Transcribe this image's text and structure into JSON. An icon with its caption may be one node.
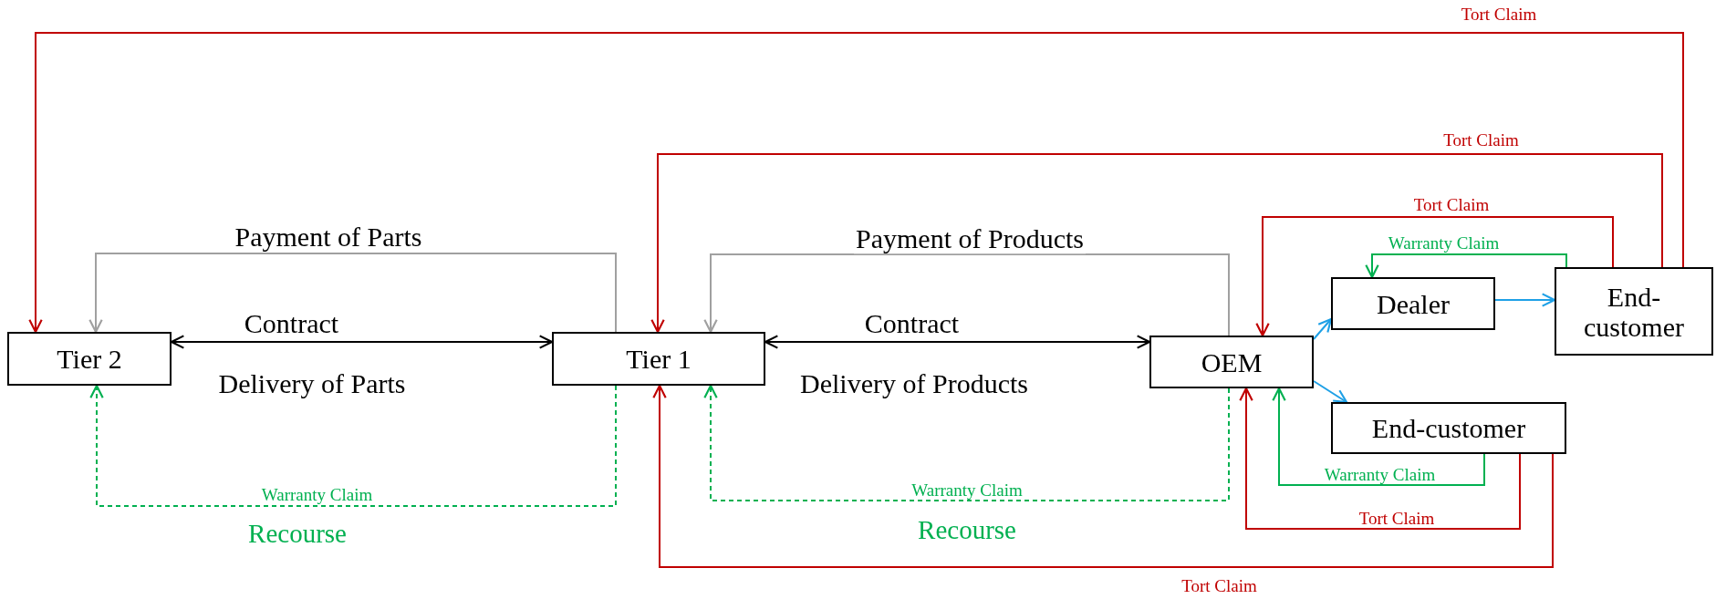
{
  "diagram": {
    "nodes": [
      {
        "text": [
          "Tier 2"
        ]
      },
      {
        "text": [
          "Tier 1"
        ]
      },
      {
        "text": [
          "OEM"
        ]
      },
      {
        "text": [
          "Dealer"
        ]
      },
      {
        "text": [
          "End-customer"
        ]
      },
      {
        "text": [
          "End-customer"
        ]
      }
    ],
    "edges": [
      {
        "from": 4,
        "to": 0,
        "arrow": "to",
        "label": "Tort Claim"
      },
      {
        "from": 4,
        "to": 1,
        "arrow": "to",
        "label": "Tort Claim"
      },
      {
        "from": 4,
        "to": 2,
        "arrow": "to",
        "label": "Tort Claim"
      },
      {
        "from": 4,
        "to": 3,
        "arrow": "to",
        "label": "Warranty Claim",
        "color": "#00b050"
      },
      {
        "from": 3,
        "to": 4,
        "arrow": "to",
        "color": "#1ea0e6"
      },
      {
        "from": 2,
        "to": 3,
        "arrow": "to",
        "color": "#1ea0e6"
      },
      {
        "from": 2,
        "to": 5,
        "arrow": "to",
        "color": "#1ea0e6"
      },
      {
        "from": 5,
        "to": 2,
        "arrow": "to",
        "label": "Warranty Claim",
        "color": "#00b050"
      },
      {
        "from": 5,
        "to": 2,
        "arrow": "to",
        "label": "Tort Claim"
      },
      {
        "from": 5,
        "to": 1,
        "arrow": "to",
        "label": "Tort Claim"
      },
      {
        "from": 1,
        "to": 0,
        "arrow": "to",
        "label": "Payment of Parts",
        "color": "#a0a0a0"
      },
      {
        "from": 2,
        "to": 1,
        "arrow": "to",
        "label": "Payment of Products",
        "color": "#a0a0a0"
      },
      {
        "from": 0,
        "to": 1,
        "arrow": "both",
        "label": "Contract",
        "color": "#000000"
      },
      {
        "from": 1,
        "to": 2,
        "arrow": "both",
        "label": "Contract",
        "color": "#000000"
      },
      {
        "from": 1,
        "to": 0,
        "arrow": "to",
        "label": "Warranty Claim",
        "style": "dashed",
        "color": "#00b050"
      },
      {
        "from": 2,
        "to": 1,
        "arrow": "to",
        "label": "Warranty Claim",
        "style": "dashed",
        "color": "#00b050"
      }
    ],
    "labels": [
      "Delivery of Parts",
      "Delivery of Products",
      "Recourse",
      "Recourse"
    ]
  }
}
